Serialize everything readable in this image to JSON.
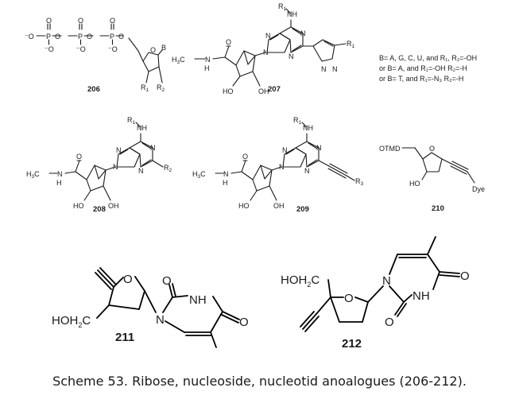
{
  "compounds": {
    "c206": {
      "number": "206",
      "labels": {
        "o_minus": "⁻O",
        "p": "P",
        "o": "O",
        "b": "B",
        "r1": "R",
        "r1_sub": "1",
        "r2": "R",
        "r2_sub": "2"
      }
    },
    "c207": {
      "number": "207",
      "labels": {
        "h3c": "H",
        "h3c_sub": "3",
        "h3c_c": "C",
        "nh": "N",
        "h": "H",
        "o": "O",
        "ho": "HO",
        "oh": "OH",
        "r1": "R",
        "r1_sub": "1",
        "nh_top": "NH",
        "n": "N"
      }
    },
    "c208": {
      "number": "208",
      "labels": {
        "h3c": "H",
        "h3c_sub": "3",
        "h3c_c": "C",
        "nh": "N",
        "h": "H",
        "o": "O",
        "ho": "HO",
        "oh": "OH",
        "r1": "R",
        "r1_sub": "1",
        "nh_top": "NH",
        "n": "N",
        "r2": "R",
        "r2_sub": "2"
      }
    },
    "c209": {
      "number": "209",
      "labels": {
        "h3c": "H",
        "h3c_sub": "3",
        "h3c_c": "C",
        "nh": "N",
        "h": "H",
        "o": "O",
        "ho": "HO",
        "oh": "OH",
        "r1": "R",
        "r1_sub": "1",
        "nh_top": "NH",
        "n": "N",
        "r3": "R",
        "r3_sub": "3"
      }
    },
    "c210": {
      "number": "210",
      "labels": {
        "otmd": "OTMD",
        "o": "O",
        "ho": "HO",
        "dye": "Dye"
      }
    },
    "c211": {
      "number": "211",
      "labels": {
        "o": "O",
        "hoh2c": "HOH",
        "hoh2c_sub": "2",
        "hoh2c_c": "C",
        "n": "N",
        "nh": "NH"
      }
    },
    "c212": {
      "number": "212",
      "labels": {
        "hoh2c": "HOH",
        "hoh2c_sub": "2",
        "hoh2c_c": "C",
        "o": "O",
        "n": "N",
        "nh": "NH"
      }
    }
  },
  "notes": {
    "line1": "B= A, G, C, U, and R₁, R₂=-OH",
    "line2": "or B= A, and R₁=-OH R₂=-H",
    "line3": "or B= T, and R₁=-N₃ R₂=-H"
  },
  "caption": "Scheme 53. Ribose, nucleoside, nucleotid anoalogues (206-212)."
}
